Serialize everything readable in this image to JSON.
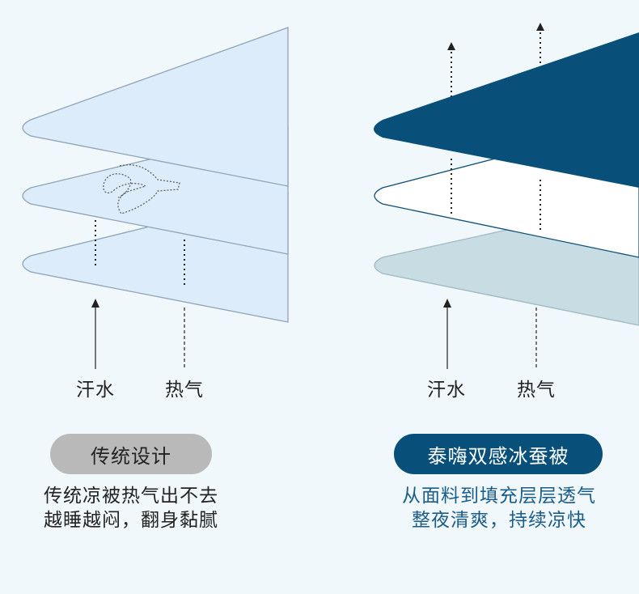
{
  "left": {
    "sweat_label": "汗水",
    "heat_label": "热气",
    "pill_label": "传统设计",
    "desc_lines": [
      "传统凉被热气出不去",
      "越睡越闷，翻身黏腻"
    ]
  },
  "right": {
    "sweat_label": "汗水",
    "heat_label": "热气",
    "pill_label": "泰嗨双感冰蚕被",
    "desc_lines": [
      "从面料到填充层层透气",
      "整夜清爽，持续凉快"
    ]
  },
  "colors": {
    "background": "#f1f8fb",
    "left_layer_fill": "#ddecfa",
    "layer_stroke": "#8ea3b8",
    "right_top_layer": "#08507a",
    "right_mid_layer": "#ffffff",
    "right_bottom_layer": "#c8dde3",
    "left_pill": "#b9b9b9",
    "right_pill": "#08507a",
    "right_desc_text": "#1b5d8a"
  },
  "icons": [
    "up-arrow-icon",
    "tangled-line-icon"
  ]
}
